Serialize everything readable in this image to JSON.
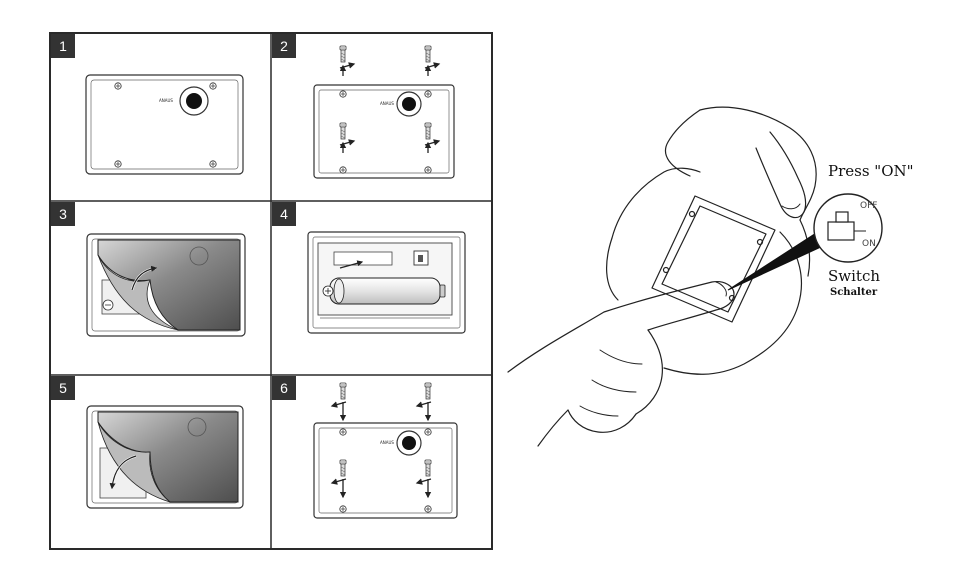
{
  "steps": [
    {
      "number": "1"
    },
    {
      "number": "2"
    },
    {
      "number": "3"
    },
    {
      "number": "4"
    },
    {
      "number": "5"
    },
    {
      "number": "6"
    }
  ],
  "device_marking": "ANAUS",
  "switch_callout": {
    "instruction": "Press \"ON\"",
    "off_label": "OFF",
    "on_label": "ON",
    "title": "Switch",
    "subtitle": "Schalter"
  },
  "colors": {
    "ink": "#222222",
    "badge": "#333333",
    "cover_dark": "#5e5e5e",
    "cover_light": "#d6d6d6"
  }
}
